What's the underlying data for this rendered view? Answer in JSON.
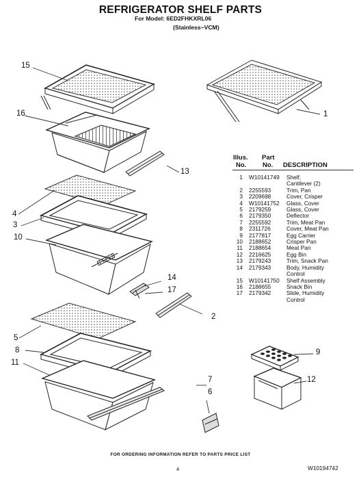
{
  "header": {
    "title": "REFRIGERATOR SHELF PARTS",
    "model": "For Model: 6ED2FHKXRL06",
    "variant": "(Stainless~VCM)"
  },
  "table": {
    "col_illus": "Illus.",
    "col_no": "No.",
    "col_part": "Part",
    "col_part_no": "No.",
    "col_desc": "DESCRIPTION",
    "rows": [
      {
        "num": "1",
        "part": "W10141749",
        "desc": "Shelf,\nCantilever (2)"
      },
      {
        "num": "2",
        "part": "2255593",
        "desc": "Trim, Pan"
      },
      {
        "num": "3",
        "part": "2209698",
        "desc": "Cover, Crisper"
      },
      {
        "num": "4",
        "part": "W10141752",
        "desc": "Glass, Cover"
      },
      {
        "num": "5",
        "part": "2179259",
        "desc": "Glass, Cover"
      },
      {
        "num": "6",
        "part": "2179350",
        "desc": "Deflector"
      },
      {
        "num": "7",
        "part": "2255592",
        "desc": "Trim, Meat Pan"
      },
      {
        "num": "8",
        "part": "2311726",
        "desc": "Cover, Meat Pan"
      },
      {
        "num": "9",
        "part": "2177817",
        "desc": "Egg Carrier"
      },
      {
        "num": "10",
        "part": "2188652",
        "desc": "Crisper Pan"
      },
      {
        "num": "11",
        "part": "2188654",
        "desc": "Meat Pan"
      },
      {
        "num": "12",
        "part": "2216625",
        "desc": "Egg Bin"
      },
      {
        "num": "13",
        "part": "2179243",
        "desc": "Trim, Snack Pan"
      },
      {
        "num": "14",
        "part": "2179343",
        "desc": "Body, Humidity\nControl"
      },
      {
        "num": "15",
        "part": "W10141750",
        "desc": "Shelf Assembly"
      },
      {
        "num": "16",
        "part": "2188655",
        "desc": "Snack Bin"
      },
      {
        "num": "17",
        "part": "2179342",
        "desc": "Slide, Humidity\nControl"
      }
    ]
  },
  "callouts": {
    "c1": "1",
    "c2": "2",
    "c3": "3",
    "c4": "4",
    "c5": "5",
    "c6": "6",
    "c7": "7",
    "c8": "8",
    "c9": "9",
    "c10": "10",
    "c11": "11",
    "c12": "12",
    "c13": "13",
    "c14": "14",
    "c15": "15",
    "c16": "16",
    "c17": "17"
  },
  "footer": {
    "ordering_note": "FOR ORDERING INFORMATION REFER TO PARTS PRICE LIST",
    "page_number": "4",
    "document_number": "W10194742"
  }
}
